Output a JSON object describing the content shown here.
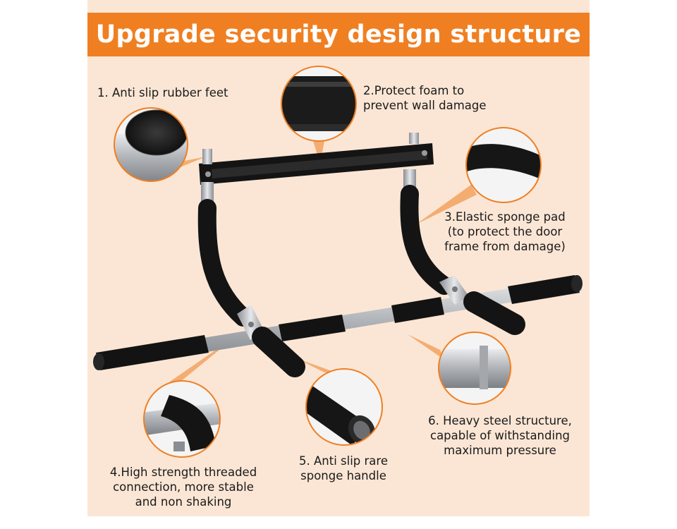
{
  "banner": {
    "title": "Upgrade security design structure"
  },
  "callouts": {
    "c1": {
      "line1": "1. Anti slip rubber feet"
    },
    "c2": {
      "line1": "2.Protect foam to",
      "line2": "prevent wall damage"
    },
    "c3": {
      "line1": "3.Elastic sponge pad",
      "line2": "(to protect the door",
      "line3": "frame from damage)"
    },
    "c4": {
      "line1": "4.High strength threaded",
      "line2": "connection, more stable",
      "line3": "and non shaking"
    },
    "c5": {
      "line1": "5. Anti slip rare",
      "line2": "sponge handle"
    },
    "c6": {
      "line1": "6. Heavy steel structure,",
      "line2": "capable of withstanding",
      "line3": "maximum pressure"
    }
  },
  "colors": {
    "accent": "#f07f22",
    "panel": "#fbe6d5",
    "foam": "#151515",
    "steel": "#b9bcc0"
  }
}
